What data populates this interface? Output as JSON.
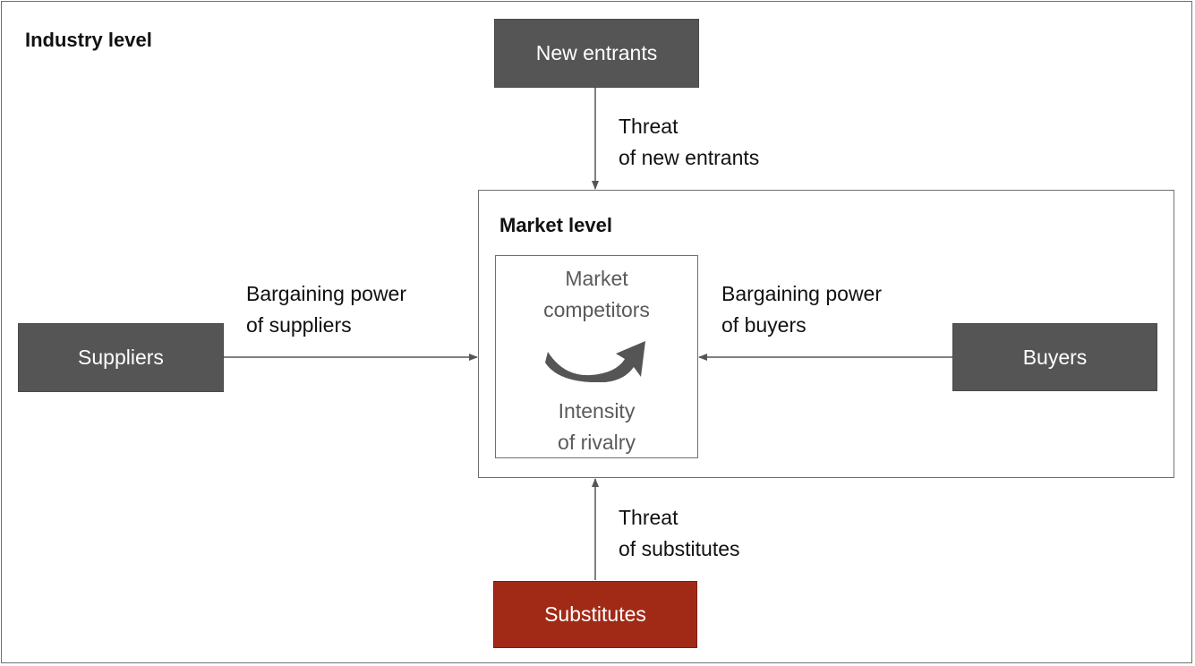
{
  "industry": {
    "title": "Industry level"
  },
  "market": {
    "title": "Market level",
    "competitors": {
      "line1": "Market",
      "line2": "competitors"
    },
    "rivalry": {
      "line1": "Intensity",
      "line2": "of rivalry"
    }
  },
  "forces": {
    "new_entrants": {
      "box_label": "New entrants",
      "arrow_label_line1": "Threat",
      "arrow_label_line2": "of new entrants"
    },
    "suppliers": {
      "box_label": "Suppliers",
      "arrow_label_line1": "Bargaining power",
      "arrow_label_line2": "of suppliers"
    },
    "buyers": {
      "box_label": "Buyers",
      "arrow_label_line1": "Bargaining power",
      "arrow_label_line2": "of buyers"
    },
    "substitutes": {
      "box_label": "Substitutes",
      "arrow_label_line1": "Threat",
      "arrow_label_line2": "of substitutes"
    }
  },
  "colors": {
    "box_grey": "#555555",
    "box_red": "#a12a17",
    "line": "#555555",
    "rivalry_text": "#5a5a5a"
  }
}
